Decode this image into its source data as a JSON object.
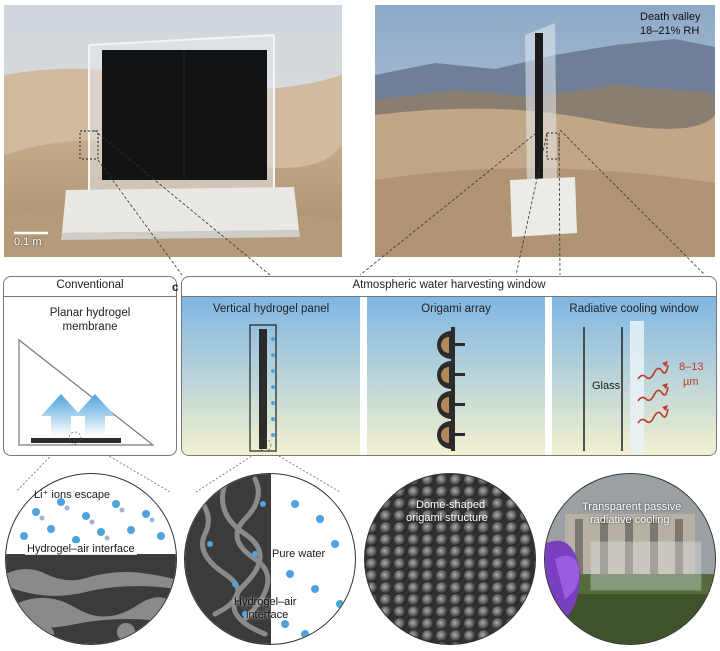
{
  "photo_left": {
    "scale_bar": "0.1 m"
  },
  "photo_right": {
    "location": "Death valley",
    "humidity": "18–21% RH"
  },
  "conventional": {
    "title": "Conventional",
    "subtitle_line1": "Planar hydrogel",
    "subtitle_line2": "membrane"
  },
  "panel_c": {
    "letter": "c",
    "title": "Atmospheric water harvesting window",
    "sub1": "Vertical hydrogel panel",
    "sub2": "Origami array",
    "sub3": "Radiative cooling window",
    "glass": "Glass",
    "wavelength_line1": "8–13",
    "wavelength_line2": "µm"
  },
  "circles": {
    "c1_top": "Li⁺ ions escape",
    "c1_bottom": "Hydrogel–air interface",
    "c2_right": "Pure water",
    "c2_bottom_line1": "Hydrogel–air",
    "c2_bottom_line2": "interface",
    "c3_line1": "Dome-shaped",
    "c3_line2": "origami structure",
    "c4_line1": "Transparent passive",
    "c4_line2": "radiative cooling"
  },
  "colors": {
    "sky_top": "#7fb6e3",
    "sky_bottom": "#f3f1cf",
    "hydrogel": "#2b2b2b",
    "arrow": "#4da3dc",
    "wave": "#c0392b"
  }
}
